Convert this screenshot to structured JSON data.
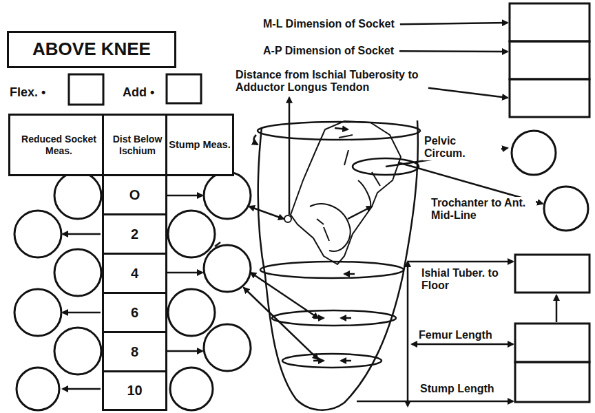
{
  "diagram": {
    "nodes": [
      {
        "text": [
          "ABOVE KNEE"
        ]
      },
      {
        "text": [
          "Reduced Socket Meas."
        ]
      },
      {
        "text": [
          "Dist Below Ischium"
        ]
      },
      {
        "text": [
          "Stump Meas."
        ]
      },
      {
        "text": [
          "O"
        ]
      },
      {
        "text": [
          "2"
        ]
      },
      {
        "text": [
          "4"
        ]
      },
      {
        "text": [
          "6"
        ]
      },
      {
        "text": [
          "8"
        ]
      },
      {
        "text": [
          "10"
        ]
      }
    ],
    "labels": [
      "Flex. •",
      "Add •",
      "M-L Dimension of Socket",
      "A-P Dimension of Socket",
      "Distance from Ischial Tuberosity to Adductor Longus Tendon",
      "Pelvic Circum.",
      "Trochanter to Ant. Mid-Line",
      "Ishial Tuber. to Floor",
      "Femur Length",
      "Stump Length"
    ]
  }
}
